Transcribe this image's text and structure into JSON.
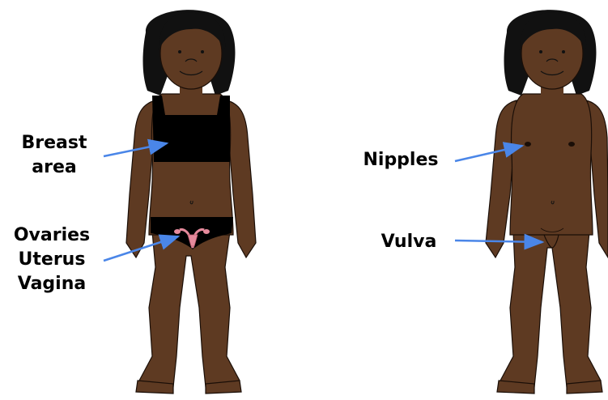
{
  "labels": {
    "breast_line1": "Breast",
    "breast_line2": "area",
    "internal_line1": "Ovaries",
    "internal_line2": "Uterus",
    "internal_line3": "Vagina",
    "nipples": "Nipples",
    "vulva": "Vulva"
  },
  "colors": {
    "skin": "#5e3a22",
    "skin_outline": "#1a0e07",
    "hair": "#111111",
    "underwear": "#000000",
    "arrow": "#4a86e8",
    "uterus": "#e58a9c"
  }
}
